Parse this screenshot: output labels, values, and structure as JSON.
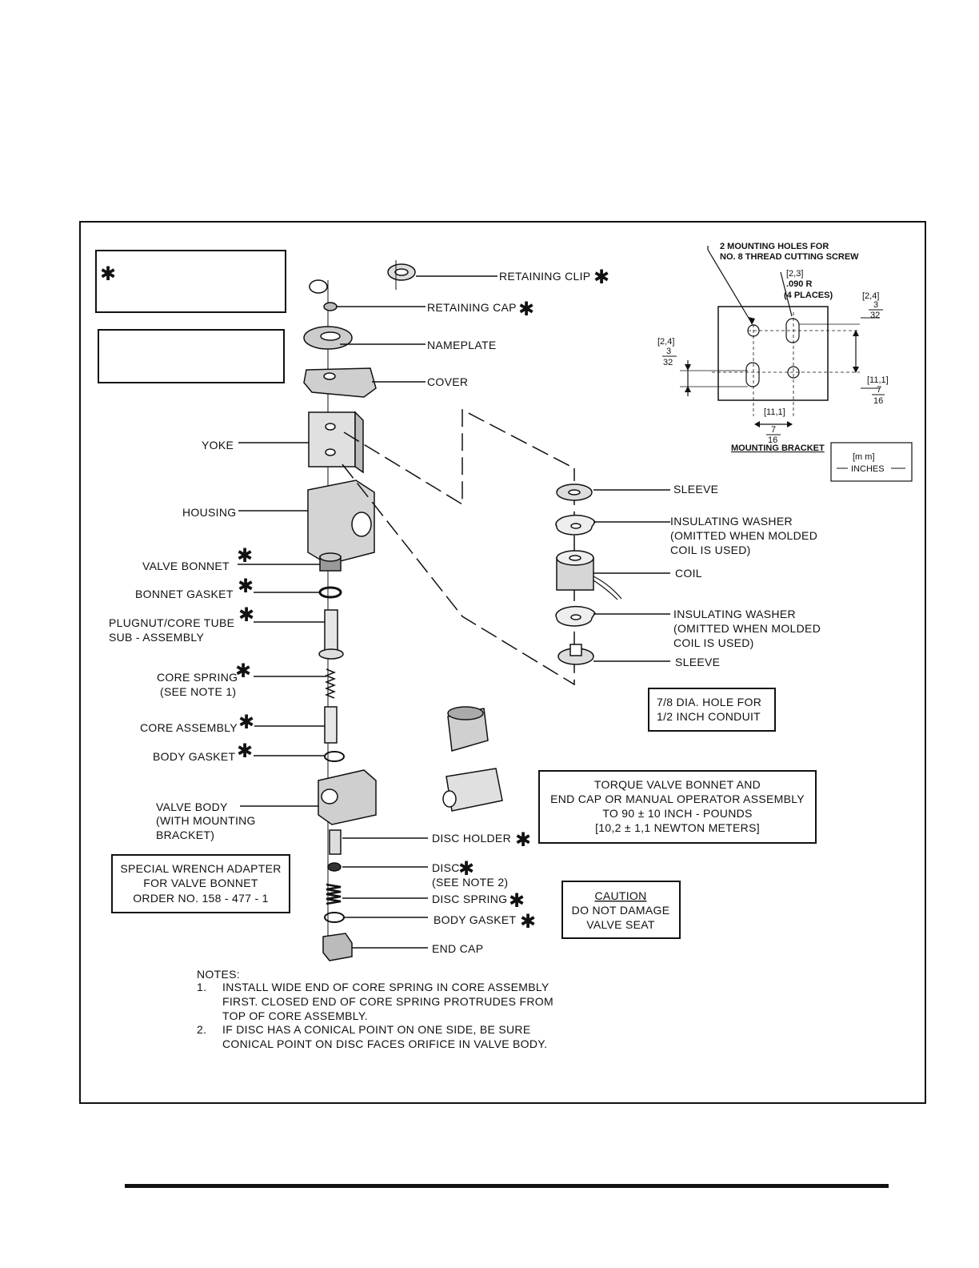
{
  "legend": {
    "star_symbol": "✱"
  },
  "labels": {
    "retaining_clip": "RETAINING CLIP",
    "retaining_cap": "RETAINING CAP",
    "nameplate": "NAMEPLATE",
    "cover": "COVER",
    "yoke": "YOKE",
    "housing": "HOUSING",
    "valve_bonnet": "VALVE BONNET",
    "bonnet_gasket": "BONNET GASKET",
    "plugnut_line1": "PLUGNUT/CORE TUBE",
    "plugnut_line2": "SUB - ASSEMBLY",
    "core_spring_line1": "CORE SPRING",
    "core_spring_line2": "(SEE NOTE 1)",
    "core_assembly": "CORE ASSEMBLY",
    "body_gasket_top": "BODY GASKET",
    "valve_body_line1": "VALVE BODY",
    "valve_body_line2": "(WITH MOUNTING",
    "valve_body_line3": "BRACKET)",
    "disc_holder": "DISC HOLDER",
    "disc_line1": "DISC",
    "disc_line2": "(SEE NOTE 2)",
    "disc_spring": "DISC SPRING",
    "body_gasket_bottom": "BODY GASKET",
    "end_cap": "END CAP",
    "sleeve_top": "SLEEVE",
    "insulating_top_line1": "INSULATING WASHER",
    "insulating_top_line2": "(OMITTED WHEN MOLDED",
    "insulating_top_line3": "COIL IS USED)",
    "coil": "COIL",
    "insulating_bottom_line1": "INSULATING WASHER",
    "insulating_bottom_line2": "(OMITTED WHEN MOLDED",
    "insulating_bottom_line3": "COIL IS USED)",
    "sleeve_bottom": "SLEEVE"
  },
  "mounting": {
    "holes_line1": "2 MOUNTING HOLES FOR",
    "holes_line2": "NO. 8 THREAD CUTTING SCREW",
    "r_metric": "[2,3]",
    "r_value": ".090 R",
    "r_places": "(4 PLACES)",
    "right_top_metric": "[2,4]",
    "right_top_num": "3",
    "right_top_den": "32",
    "left_metric": "[2,4]",
    "left_num": "3",
    "left_den": "32",
    "right_bottom_metric": "[11,1]",
    "right_bottom_num": "7",
    "right_bottom_den": "16",
    "bottom_metric": "[11,1]",
    "bottom_num": "7",
    "bottom_den": "16",
    "title": "MOUNTING BRACKET",
    "units_top": "[m m]",
    "units_bottom": "INCHES"
  },
  "boxes": {
    "conduit_line1": "7/8 DIA. HOLE FOR",
    "conduit_line2": "1/2 INCH CONDUIT",
    "torque_line1": "TORQUE VALVE BONNET AND",
    "torque_line2": "END CAP OR MANUAL OPERATOR ASSEMBLY",
    "torque_line3": "TO 90 ± 10 INCH - POUNDS",
    "torque_line4": "[10,2 ± 1,1 NEWTON METERS]",
    "wrench_line1": "SPECIAL WRENCH ADAPTER",
    "wrench_line2": "FOR VALVE BONNET",
    "wrench_line3": "ORDER NO. 158 - 477 - 1",
    "caution_title": "CAUTION",
    "caution_line1": "DO NOT DAMAGE",
    "caution_line2": "VALVE SEAT"
  },
  "notes": {
    "heading": "NOTES:",
    "n1_num": "1.",
    "n1_line1": "INSTALL WIDE END OF CORE SPRING IN CORE ASSEMBLY",
    "n1_line2": "FIRST.  CLOSED END OF CORE SPRING PROTRUDES FROM",
    "n1_line3": "TOP OF CORE ASSEMBLY.",
    "n2_num": "2.",
    "n2_line1": "IF DISC HAS A CONICAL POINT ON ONE SIDE, BE SURE",
    "n2_line2": "CONICAL POINT ON DISC FACES ORIFICE IN VALVE BODY."
  }
}
